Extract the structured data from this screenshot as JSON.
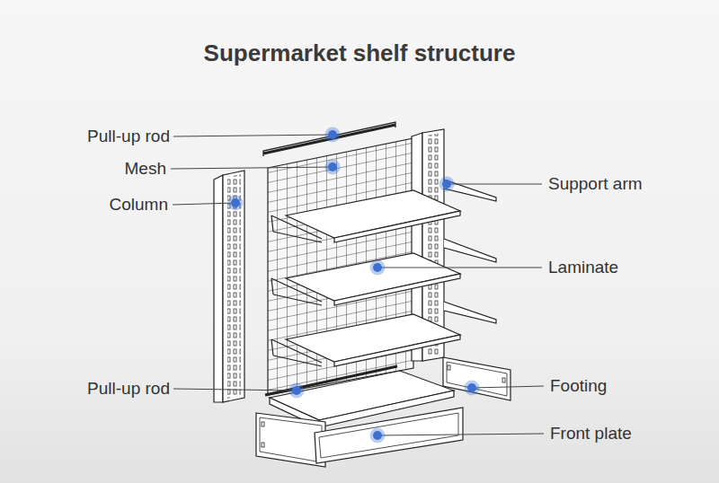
{
  "diagram": {
    "title": "Supermarket shelf structure",
    "labels": [
      "Pull-up rod",
      "Mesh",
      "Support arm",
      "Column",
      "Laminate",
      "Footing",
      "Pull-up rod",
      "Front plate"
    ]
  }
}
